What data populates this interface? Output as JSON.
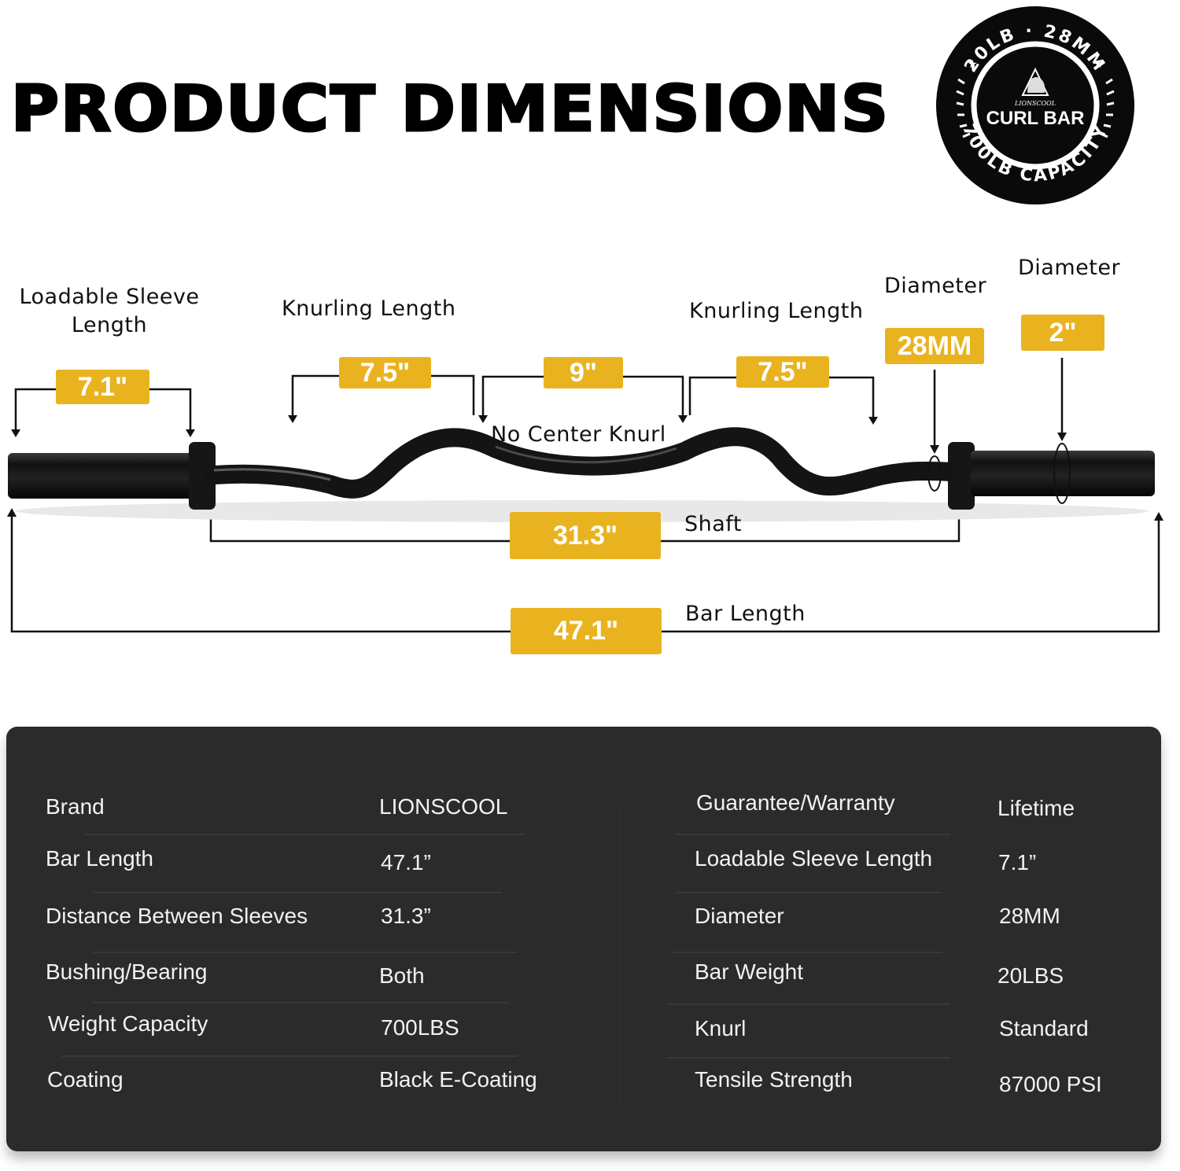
{
  "header": {
    "title": "PRODUCT DIMENSIONS"
  },
  "badge": {
    "top_text": "20LB · 28MM",
    "brand": "LIONSCOOL",
    "product": "CURL BAR",
    "bottom_text": "700LB CAPACITY"
  },
  "diagram": {
    "labels": {
      "sleeve_length": "Loadable Sleeve",
      "sleeve_length_2": "Length",
      "knurling_left": "Knurling Length",
      "knurling_right": "Knurling Length",
      "shaft_diameter": "Diameter",
      "sleeve_diameter": "Diameter",
      "no_center_knurl": "No Center Knurl",
      "shaft": "Shaft",
      "bar_length": "Bar Length"
    },
    "values": {
      "sleeve_length": "7.1\"",
      "knurling_left": "7.5\"",
      "center": "9\"",
      "knurling_right": "7.5\"",
      "shaft_diameter": "28MM",
      "sleeve_diameter": "2\"",
      "shaft": "31.3\"",
      "bar_length": "47.1\""
    },
    "colors": {
      "tag": "#e9b320",
      "bar": "#111111"
    }
  },
  "specs": {
    "left": [
      {
        "key": "Brand",
        "value": "LIONSCOOL"
      },
      {
        "key": "Bar Length",
        "value": "47.1”"
      },
      {
        "key": "Distance Between Sleeves",
        "value": "31.3”"
      },
      {
        "key": "Bushing/Bearing",
        "value": "Both"
      },
      {
        "key": "Weight Capacity",
        "value": "700LBS"
      },
      {
        "key": "Coating",
        "value": "Black E-Coating"
      }
    ],
    "right": [
      {
        "key": "Guarantee/Warranty",
        "value": "Lifetime"
      },
      {
        "key": "Loadable Sleeve Length",
        "value": "7.1”"
      },
      {
        "key": "Diameter",
        "value": "28MM"
      },
      {
        "key": "Bar Weight",
        "value": "20LBS"
      },
      {
        "key": "Knurl",
        "value": "Standard"
      },
      {
        "key": "Tensile Strength",
        "value": "87000 PSI"
      }
    ],
    "panel_color": "#2b2b2b"
  }
}
